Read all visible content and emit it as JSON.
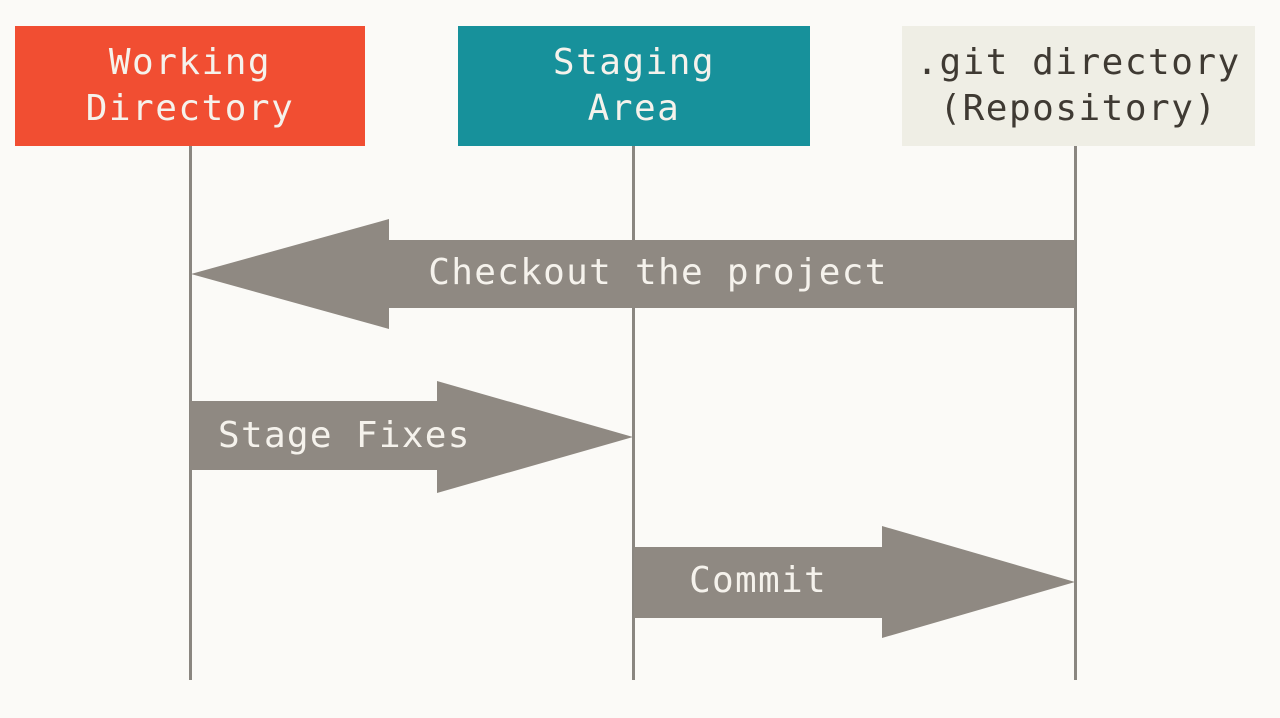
{
  "diagram": {
    "kind": "git-three-areas-sequence-diagram",
    "columns": [
      {
        "id": "working-directory",
        "label": "Working\nDirectory",
        "bg_color": "#f14e32",
        "text_color": "#f5f2ec"
      },
      {
        "id": "staging-area",
        "label": "Staging\nArea",
        "bg_color": "#17919b",
        "text_color": "#f5f2ec"
      },
      {
        "id": "git-directory",
        "label": ".git directory\n(Repository)",
        "bg_color": "#efeee5",
        "text_color": "#3f3a33"
      }
    ],
    "arrows": [
      {
        "id": "checkout",
        "label": "Checkout the project",
        "direction": "left",
        "from": "git-directory",
        "to": "working-directory"
      },
      {
        "id": "stage-fixes",
        "label": "Stage Fixes",
        "direction": "right",
        "from": "working-directory",
        "to": "staging-area"
      },
      {
        "id": "commit",
        "label": "Commit",
        "direction": "right",
        "from": "staging-area",
        "to": "git-directory"
      }
    ],
    "colors": {
      "background": "#fbfaf7",
      "arrow": "#8f8982",
      "lifeline": "#8a8680",
      "working_box": "#f14e32",
      "staging_box": "#17919b",
      "git_box": "#efeee5",
      "light_text": "#f5f2ec",
      "dark_text": "#3f3a33"
    }
  }
}
